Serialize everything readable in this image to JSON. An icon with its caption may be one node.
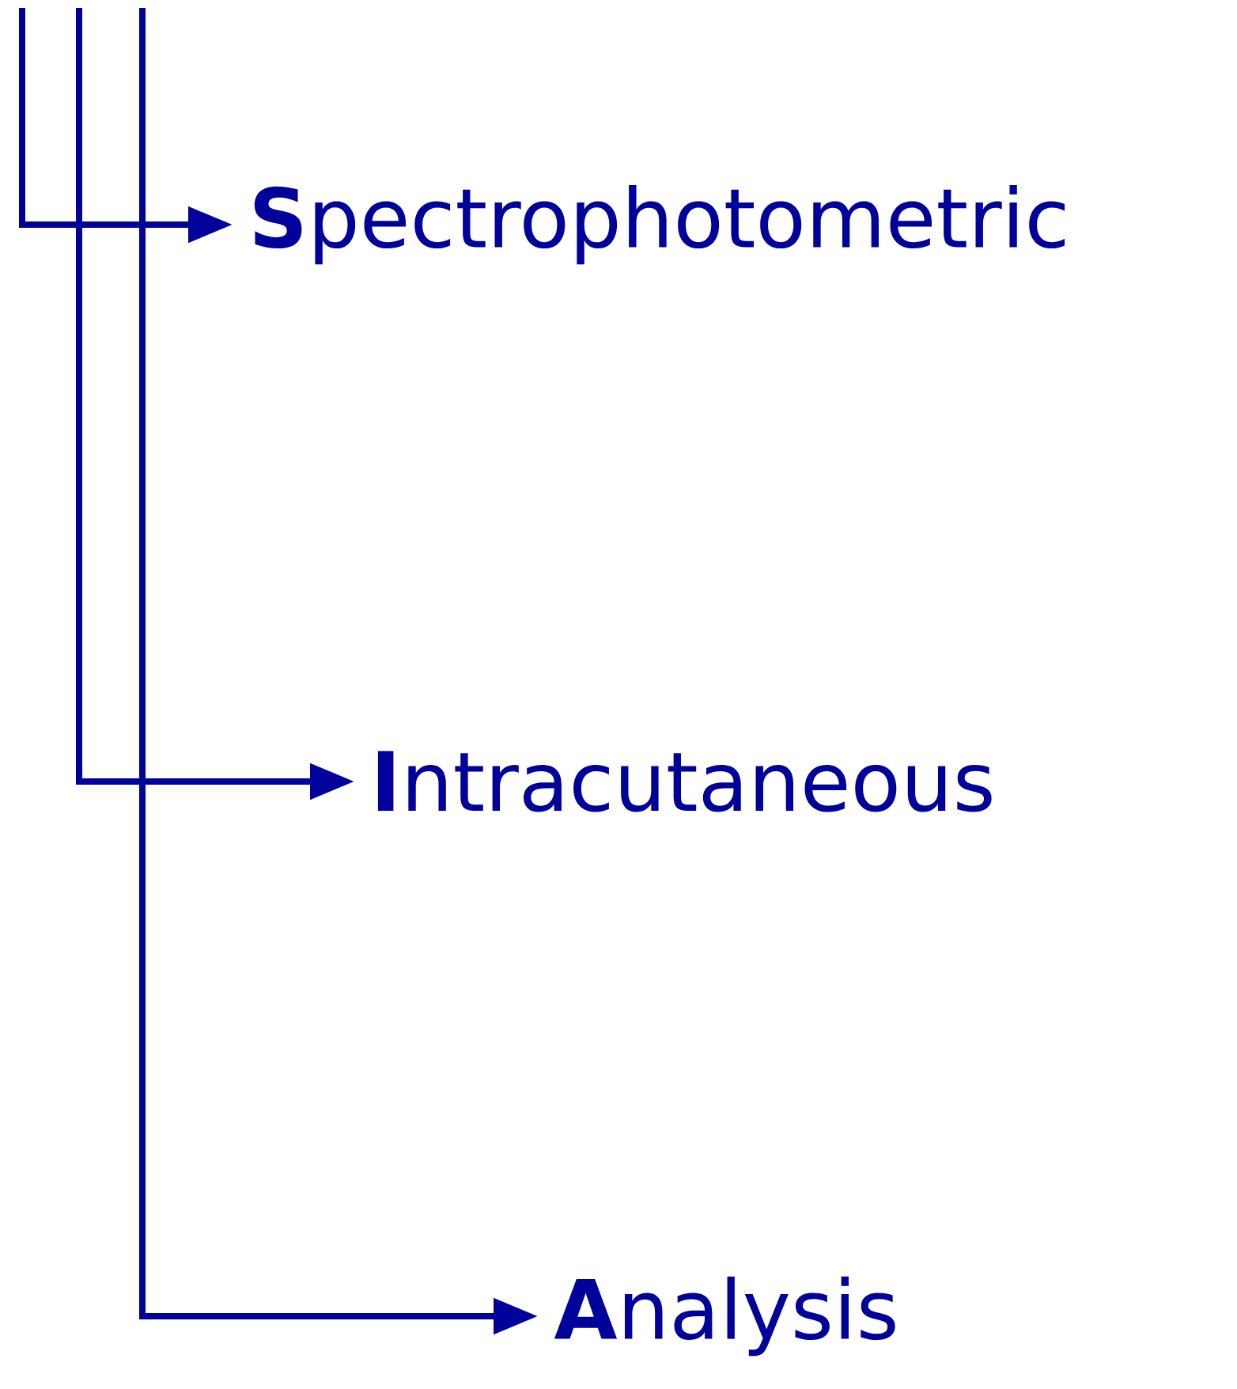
{
  "diagram": {
    "nodes": [
      {
        "text": [
          "**S**pectrophotometric"
        ]
      },
      {
        "text": [
          "**I**ntracutaneous"
        ]
      },
      {
        "text": [
          "**A**nalysis"
        ]
      }
    ],
    "edges": [
      {
        "from": null,
        "to": 0,
        "arrow": "to"
      },
      {
        "from": null,
        "to": 1,
        "arrow": "to"
      },
      {
        "from": null,
        "to": 2,
        "arrow": "to"
      }
    ]
  }
}
